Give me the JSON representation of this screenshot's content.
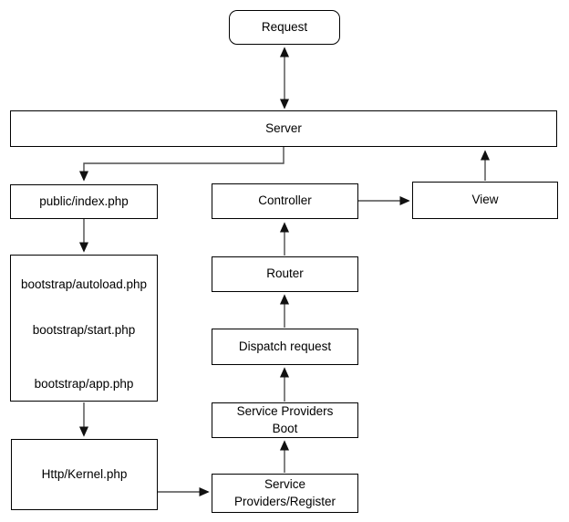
{
  "diagram": {
    "description": "Flowchart of a web request lifecycle",
    "nodes": {
      "request": {
        "label": "Request",
        "shape": "rounded-rectangle"
      },
      "server": {
        "label": "Server",
        "shape": "rectangle"
      },
      "public_index": {
        "label": "public/index.php",
        "shape": "rectangle"
      },
      "bootstrap_group": {
        "shape": "rectangle",
        "steps": [
          {
            "label": "bootstrap/autoload.php"
          },
          {
            "label": "bootstrap/start.php"
          },
          {
            "label": "bootstrap/app.php"
          }
        ]
      },
      "http_kernel": {
        "label": "Http/Kernel.php",
        "shape": "rectangle"
      },
      "service_providers_register": {
        "lines": [
          "Service",
          "Providers/Register"
        ],
        "shape": "rectangle"
      },
      "service_providers_boot": {
        "lines": [
          "Service Providers",
          "Boot"
        ],
        "shape": "rectangle"
      },
      "dispatch_request": {
        "label": "Dispatch request",
        "shape": "rectangle"
      },
      "router": {
        "label": "Router",
        "shape": "rectangle"
      },
      "controller": {
        "label": "Controller",
        "shape": "rectangle"
      },
      "view": {
        "label": "View",
        "shape": "rectangle"
      }
    },
    "edges": [
      {
        "from": "request",
        "to": "server",
        "direction": "both"
      },
      {
        "from": "server",
        "to": "public_index",
        "direction": "forward",
        "style": "elbow"
      },
      {
        "from": "public_index",
        "to": "bootstrap_group",
        "direction": "forward"
      },
      {
        "from": "bootstrap/autoload.php",
        "to": "bootstrap/start.php",
        "direction": "forward"
      },
      {
        "from": "bootstrap/start.php",
        "to": "bootstrap/app.php",
        "direction": "forward"
      },
      {
        "from": "bootstrap_group",
        "to": "http_kernel",
        "direction": "forward"
      },
      {
        "from": "http_kernel",
        "to": "service_providers_register",
        "direction": "forward"
      },
      {
        "from": "service_providers_register",
        "to": "service_providers_boot",
        "direction": "forward"
      },
      {
        "from": "service_providers_boot",
        "to": "dispatch_request",
        "direction": "forward"
      },
      {
        "from": "dispatch_request",
        "to": "router",
        "direction": "forward"
      },
      {
        "from": "router",
        "to": "controller",
        "direction": "forward"
      },
      {
        "from": "controller",
        "to": "view",
        "direction": "forward"
      },
      {
        "from": "view",
        "to": "server",
        "direction": "forward"
      }
    ],
    "colors": {
      "background": "#ffffff",
      "box_fill": "#ffffff",
      "box_border": "#000000",
      "text": "#000000",
      "connector_line": "#4d4d4d",
      "arrowhead": "#111111"
    }
  }
}
